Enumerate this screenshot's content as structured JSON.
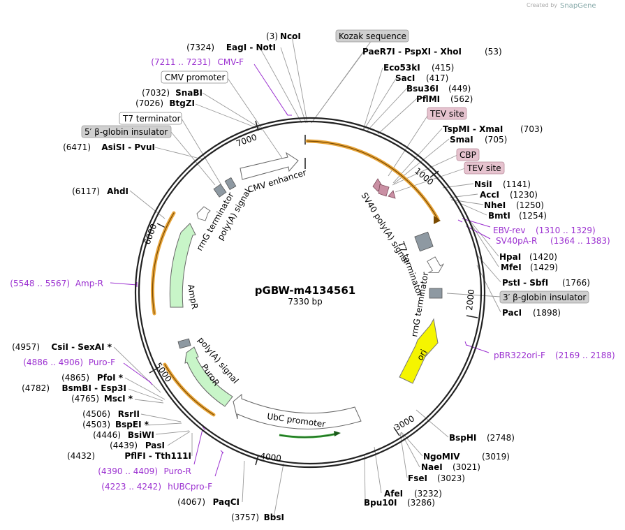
{
  "watermark": {
    "prefix": "Created by",
    "brand": "SnapGene"
  },
  "plasmid": {
    "name": "pGBW-m4134561",
    "size": "7330 bp"
  },
  "ticks": [
    "1000",
    "2000",
    "3000",
    "4000",
    "5000",
    "6000",
    "7000"
  ],
  "features": {
    "cmv_enhancer": "CMV enhancer",
    "sv40": "SV40 poly(A) signal",
    "t7_term_right": "T7 terminator",
    "rrng_right": "rrnG terminator",
    "ori": "ori",
    "ubc": "UbC promoter",
    "puror": "PuroR",
    "polya_lower": "poly(A) signal",
    "ampr": "AmpR",
    "rrng_left": "rrnG terminator",
    "polya_upper": "poly(A) signal"
  },
  "boxed": [
    {
      "text": "Kozak sequence",
      "style": "gray"
    },
    {
      "text": "CMV promoter",
      "style": "white"
    },
    {
      "text": "T7 terminator",
      "style": "white"
    },
    {
      "text": "5′ β-globin insulator",
      "style": "gray"
    },
    {
      "text": "TEV site",
      "style": "pink"
    },
    {
      "text": "CBP",
      "style": "pink"
    },
    {
      "text": "TEV site",
      "style": "pink"
    },
    {
      "text": "3′ β-globin insulator",
      "style": "gray"
    }
  ],
  "sites_right": [
    {
      "name": "NcoI",
      "num": "(3)"
    },
    {
      "name": "PaeR7I  - PspXI  - XhoI",
      "num": "(53)"
    },
    {
      "name": "Eco53kI",
      "num": "(415)"
    },
    {
      "name": "SacI",
      "num": "(417)"
    },
    {
      "name": "Bsu36I",
      "num": "(449)"
    },
    {
      "name": "PflMI",
      "num": "(562)"
    },
    {
      "name": "TspMI  - XmaI",
      "num": "(703)"
    },
    {
      "name": "SmaI",
      "num": "(705)"
    },
    {
      "name": "NsiI",
      "num": "(1141)"
    },
    {
      "name": "AccI",
      "num": "(1230)"
    },
    {
      "name": "NheI",
      "num": "(1250)"
    },
    {
      "name": "BmtI",
      "num": "(1254)"
    },
    {
      "name": "HpaI",
      "num": "(1420)"
    },
    {
      "name": "MfeI",
      "num": "(1429)"
    },
    {
      "name": "PstI  - SbfI",
      "num": "(1766)"
    },
    {
      "name": "PacI",
      "num": "(1898)"
    },
    {
      "name": "BspHI",
      "num": "(2748)"
    },
    {
      "name": "NgoMIV",
      "num": "(3019)"
    },
    {
      "name": "NaeI",
      "num": "(3021)"
    },
    {
      "name": "FseI",
      "num": "(3023)"
    },
    {
      "name": "AfeI",
      "num": "(3232)"
    },
    {
      "name": "Bpu10I",
      "num": "(3286)"
    }
  ],
  "sites_left": [
    {
      "name": "EagI  - NotI",
      "num": "(7324)"
    },
    {
      "name": "SnaBI",
      "num": "(7032)"
    },
    {
      "name": "BtgZI",
      "num": "(7026)"
    },
    {
      "name": "AsiSI  - PvuI",
      "num": "(6471)"
    },
    {
      "name": "AhdI",
      "num": "(6117)"
    },
    {
      "name": "CsiI  - SexAI *",
      "num": "(4957)"
    },
    {
      "name": "PfoI *",
      "num": "(4865)"
    },
    {
      "name": "BsmBI  - Esp3I",
      "num": "(4782)"
    },
    {
      "name": "MscI *",
      "num": "(4765)"
    },
    {
      "name": "RsrII",
      "num": "(4506)"
    },
    {
      "name": "BspEI *",
      "num": "(4503)"
    },
    {
      "name": "BsiWI",
      "num": "(4446)"
    },
    {
      "name": "PasI",
      "num": "(4439)"
    },
    {
      "name": "PflFI  - Tth111I",
      "num": "(4432)"
    },
    {
      "name": "PaqCI",
      "num": "(4067)"
    },
    {
      "name": "BbsI",
      "num": "(3757)"
    }
  ],
  "primers": [
    {
      "name": "CMV-F",
      "range": "(7211 .. 7231)"
    },
    {
      "name": "EBV-rev",
      "range": "(1310 .. 1329)"
    },
    {
      "name": "SV40pA-R",
      "range": "(1364 .. 1383)"
    },
    {
      "name": "pBR322ori-F",
      "range": "(2169 .. 2188)"
    },
    {
      "name": "Amp-R",
      "range": "(5548 .. 5567)"
    },
    {
      "name": "Puro-F",
      "range": "(4886 .. 4906)"
    },
    {
      "name": "Puro-R",
      "range": "(4390 .. 4409)"
    },
    {
      "name": "hUBCpro-F",
      "range": "(4223 .. 4242)"
    }
  ],
  "colors": {
    "backbone": "#222222",
    "primer": "#9b30d0",
    "ori": "#f5f500",
    "marker": "#c8f5c8",
    "orf": "#e8a53a",
    "pink": "#e6c3cf",
    "gray_box": "#cfcfcf"
  }
}
